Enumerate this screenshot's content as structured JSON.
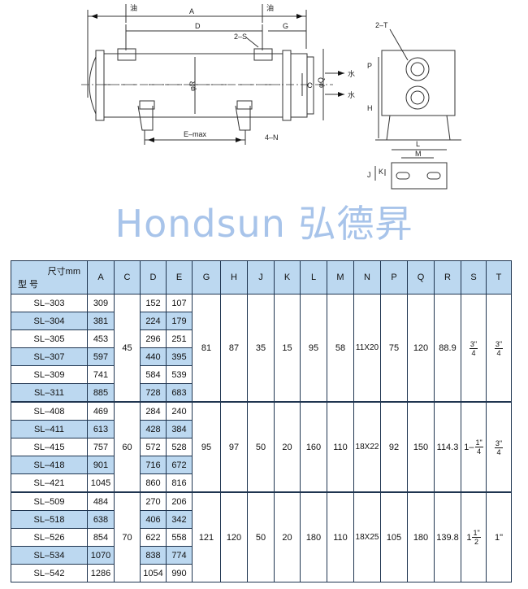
{
  "drawing": {
    "labels": {
      "oil_left": "油",
      "oil_right": "油",
      "A": "A",
      "D": "D",
      "G": "G",
      "S": "2–S",
      "T": "2–T",
      "R": "φR",
      "C": "C",
      "Q": "φQ",
      "water_in": "水",
      "water_out": "水",
      "E": "E–max",
      "N": "4–N",
      "P": "P",
      "H": "H",
      "L": "L",
      "M": "M",
      "J": "J",
      "K": "K"
    }
  },
  "brand": "Hondsun 弘德昇",
  "table": {
    "corner_unit": "尺寸mm",
    "corner_model": "型 号",
    "headers": [
      "A",
      "C",
      "D",
      "E",
      "G",
      "H",
      "J",
      "K",
      "L",
      "M",
      "N",
      "P",
      "Q",
      "R",
      "S",
      "T"
    ],
    "groups": [
      {
        "rows": [
          {
            "model": "SL–303",
            "A": "309",
            "D": "152",
            "E": "107"
          },
          {
            "model": "SL–304",
            "A": "381",
            "D": "224",
            "E": "179"
          },
          {
            "model": "SL–305",
            "A": "453",
            "D": "296",
            "E": "251"
          },
          {
            "model": "SL–307",
            "A": "597",
            "D": "440",
            "E": "395"
          },
          {
            "model": "SL–309",
            "A": "741",
            "D": "584",
            "E": "539"
          },
          {
            "model": "SL–311",
            "A": "885",
            "D": "728",
            "E": "683"
          }
        ],
        "C": "45",
        "G": "81",
        "H": "87",
        "J": "35",
        "K": "15",
        "L": "95",
        "M": "58",
        "N": "11X20",
        "P": "75",
        "Q": "120",
        "R": "88.9",
        "S": {
          "whole": "",
          "num": "3\"",
          "den": "4"
        },
        "T": {
          "whole": "",
          "num": "3\"",
          "den": "4"
        }
      },
      {
        "rows": [
          {
            "model": "SL–408",
            "A": "469",
            "D": "284",
            "E": "240"
          },
          {
            "model": "SL–411",
            "A": "613",
            "D": "428",
            "E": "384"
          },
          {
            "model": "SL–415",
            "A": "757",
            "D": "572",
            "E": "528"
          },
          {
            "model": "SL–418",
            "A": "901",
            "D": "716",
            "E": "672"
          },
          {
            "model": "SL–421",
            "A": "1045",
            "D": "860",
            "E": "816"
          }
        ],
        "C": "60",
        "G": "95",
        "H": "97",
        "J": "50",
        "K": "20",
        "L": "160",
        "M": "110",
        "N": "18X22",
        "P": "92",
        "Q": "150",
        "R": "114.3",
        "S": {
          "whole": "1–",
          "num": "1\"",
          "den": "4"
        },
        "T": {
          "whole": "",
          "num": "3\"",
          "den": "4"
        }
      },
      {
        "rows": [
          {
            "model": "SL–509",
            "A": "484",
            "D": "270",
            "E": "206"
          },
          {
            "model": "SL–518",
            "A": "638",
            "D": "406",
            "E": "342"
          },
          {
            "model": "SL–526",
            "A": "854",
            "D": "622",
            "E": "558"
          },
          {
            "model": "SL–534",
            "A": "1070",
            "D": "838",
            "E": "774"
          },
          {
            "model": "SL–542",
            "A": "1286",
            "D": "1054",
            "E": "990"
          }
        ],
        "C": "70",
        "G": "121",
        "H": "120",
        "J": "50",
        "K": "20",
        "L": "180",
        "M": "110",
        "N": "18X25",
        "P": "105",
        "Q": "180",
        "R": "139.8",
        "S": {
          "whole": "1",
          "num": "1\"",
          "den": "2"
        },
        "T": {
          "plain": "1\""
        }
      }
    ]
  }
}
